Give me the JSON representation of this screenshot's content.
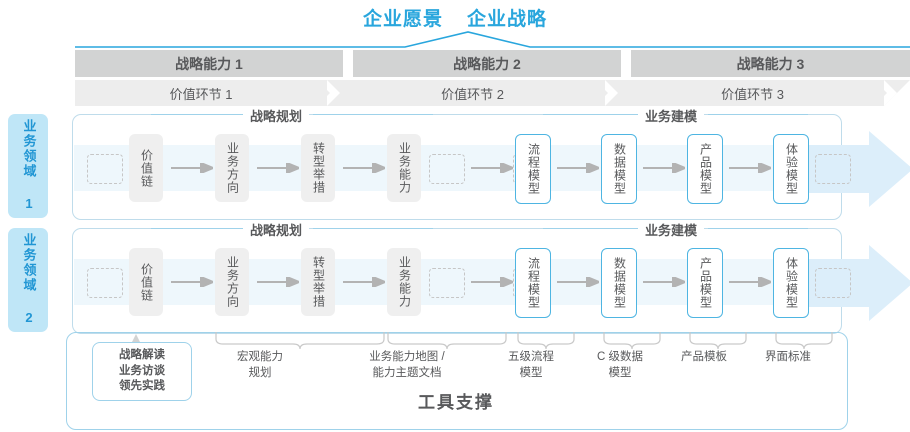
{
  "header": {
    "vision": "企业愿景",
    "strategy": "企业战略"
  },
  "capabilities": [
    {
      "label": "战略能力 1"
    },
    {
      "label": "战略能力 2"
    },
    {
      "label": "战略能力 3"
    }
  ],
  "value_links": [
    {
      "label": "价值环节 1"
    },
    {
      "label": "价值环节 2"
    },
    {
      "label": "价值环节 3"
    }
  ],
  "domains": [
    {
      "side_label": "业务领域 1",
      "sections": [
        {
          "title": "战略规划"
        },
        {
          "title": "业务建模"
        }
      ],
      "nodes": [
        {
          "label": "价值链",
          "style": "gray"
        },
        {
          "label": "业务方向",
          "style": "gray"
        },
        {
          "label": "转型举措",
          "style": "gray"
        },
        {
          "label": "业务能力",
          "style": "gray"
        },
        {
          "label": "流程模型",
          "style": "blue"
        },
        {
          "label": "数据模型",
          "style": "blue"
        },
        {
          "label": "产品模型",
          "style": "blue"
        },
        {
          "label": "体验模型",
          "style": "blue"
        }
      ]
    },
    {
      "side_label": "业务领域 2",
      "sections": [
        {
          "title": "战略规划"
        },
        {
          "title": "业务建模"
        }
      ],
      "nodes": [
        {
          "label": "价值链",
          "style": "gray"
        },
        {
          "label": "业务方向",
          "style": "gray"
        },
        {
          "label": "转型举措",
          "style": "gray"
        },
        {
          "label": "业务能力",
          "style": "gray"
        },
        {
          "label": "流程模型",
          "style": "blue"
        },
        {
          "label": "数据模型",
          "style": "blue"
        },
        {
          "label": "产品模型",
          "style": "blue"
        },
        {
          "label": "体验模型",
          "style": "blue"
        }
      ]
    }
  ],
  "footer_labels": [
    {
      "label": "战略解读\n业务访谈\n领先实践",
      "boxed": true
    },
    {
      "label": "宏观能力\n规划",
      "boxed": false
    },
    {
      "label": "业务能力地图 /\n能力主题文档",
      "boxed": false
    },
    {
      "label": "五级流程\n模型",
      "boxed": false
    },
    {
      "label": "C 级数据\n模型",
      "boxed": false
    },
    {
      "label": "产品模板",
      "boxed": false
    },
    {
      "label": "界面标准",
      "boxed": false
    }
  ],
  "footer": {
    "tool_support": "工具支撑"
  },
  "colors": {
    "accent_blue": "#29a6dd",
    "box_blue_border": "#4eb5e2",
    "bar_gray": "#d2d3d3",
    "bar_light": "#ededed",
    "band_blue": "#eef7fc",
    "side_label_bg": "#bfe6f7",
    "text": "#58595b"
  }
}
